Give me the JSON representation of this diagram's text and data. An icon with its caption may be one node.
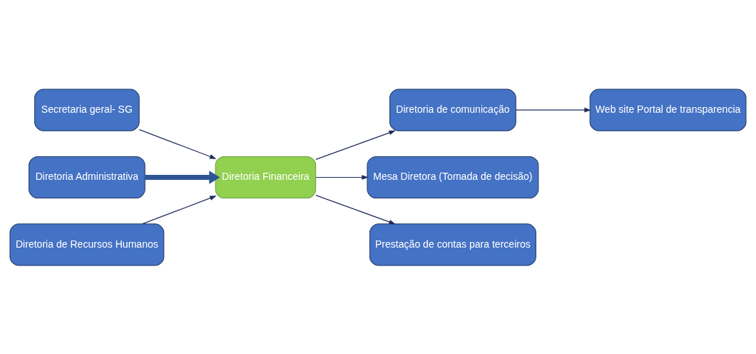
{
  "diagram": {
    "nodes": [
      {
        "text": [
          "Secretaria geral- SG"
        ]
      },
      {
        "text": [
          "Diretoria Administrativa"
        ]
      },
      {
        "text": [
          "Diretoria de Recursos Humanos"
        ]
      },
      {
        "text": [
          "Diretoria Financeira"
        ]
      },
      {
        "text": [
          "Diretoria de comunicação"
        ]
      },
      {
        "text": [
          "Web site Portal de transparencia"
        ]
      },
      {
        "text": [
          "Mesa Diretora (Tomada de decisão)"
        ]
      },
      {
        "text": [
          "Prestação de contas para terceiros"
        ]
      }
    ],
    "edges": [
      {
        "from": 0,
        "to": 3,
        "arrow": "to"
      },
      {
        "from": 1,
        "to": 3,
        "arrow": "to",
        "style": "thick",
        "color": "#2e5597"
      },
      {
        "from": 2,
        "to": 3,
        "arrow": "to"
      },
      {
        "from": 3,
        "to": 4,
        "arrow": "to"
      },
      {
        "from": 4,
        "to": 5,
        "arrow": "to"
      },
      {
        "from": 3,
        "to": 6,
        "arrow": "to"
      },
      {
        "from": 3,
        "to": 7,
        "arrow": "to"
      }
    ]
  }
}
